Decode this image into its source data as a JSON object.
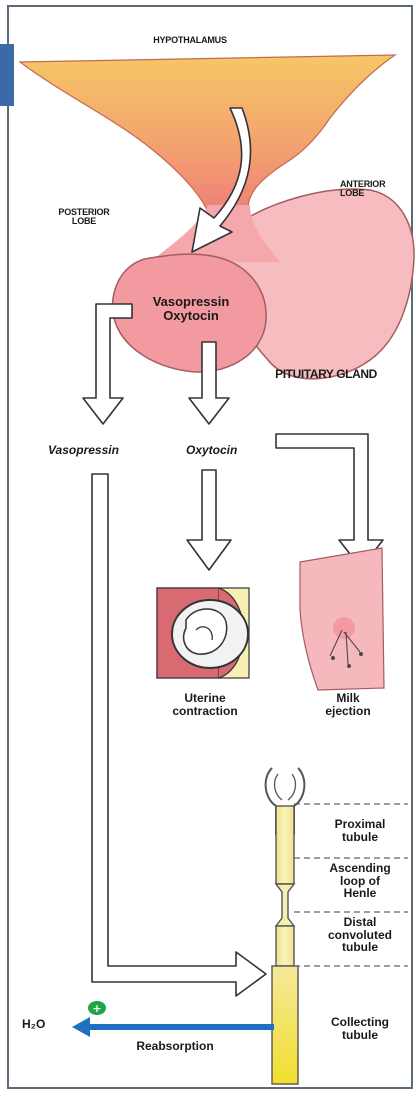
{
  "labels": {
    "hypothalamus": "HYPOTHALAMUS",
    "posterior_lobe": "POSTERIOR\nLOBE",
    "anterior_lobe": "ANTERIOR\nLOBE",
    "vasopressin_oxytocin": "Vasopressin\nOxytocin",
    "pituitary_gland": "PITUITARY GLAND",
    "vasopressin": "Vasopressin",
    "oxytocin": "Oxytocin",
    "uterine_contraction": "Uterine\ncontraction",
    "milk_ejection": "Milk\nejection",
    "proximal_tubule": "Proximal\ntubule",
    "ascending_loop": "Ascending\nloop of\nHenle",
    "distal_tubule": "Distal\nconvoluted\ntubule",
    "collecting_tubule": "Collecting\ntubule",
    "h2o": "H₂O",
    "reabsorption": "Reabsorption",
    "plus": "+"
  },
  "colors": {
    "hypothalamus_top": "#f6c766",
    "hypothalamus_bottom": "#f08a74",
    "pituitary": "#f2a4a8",
    "anterior": "#f6bcc0",
    "uterus": "#d96a72",
    "uterus_bg": "#f7f0b5",
    "skin": "#f5b8bd",
    "tubule": "#f2e79a",
    "collecting": "#f2e050",
    "reabsorption_arrow": "#1f6fc4",
    "plus_badge": "#1ea645"
  }
}
